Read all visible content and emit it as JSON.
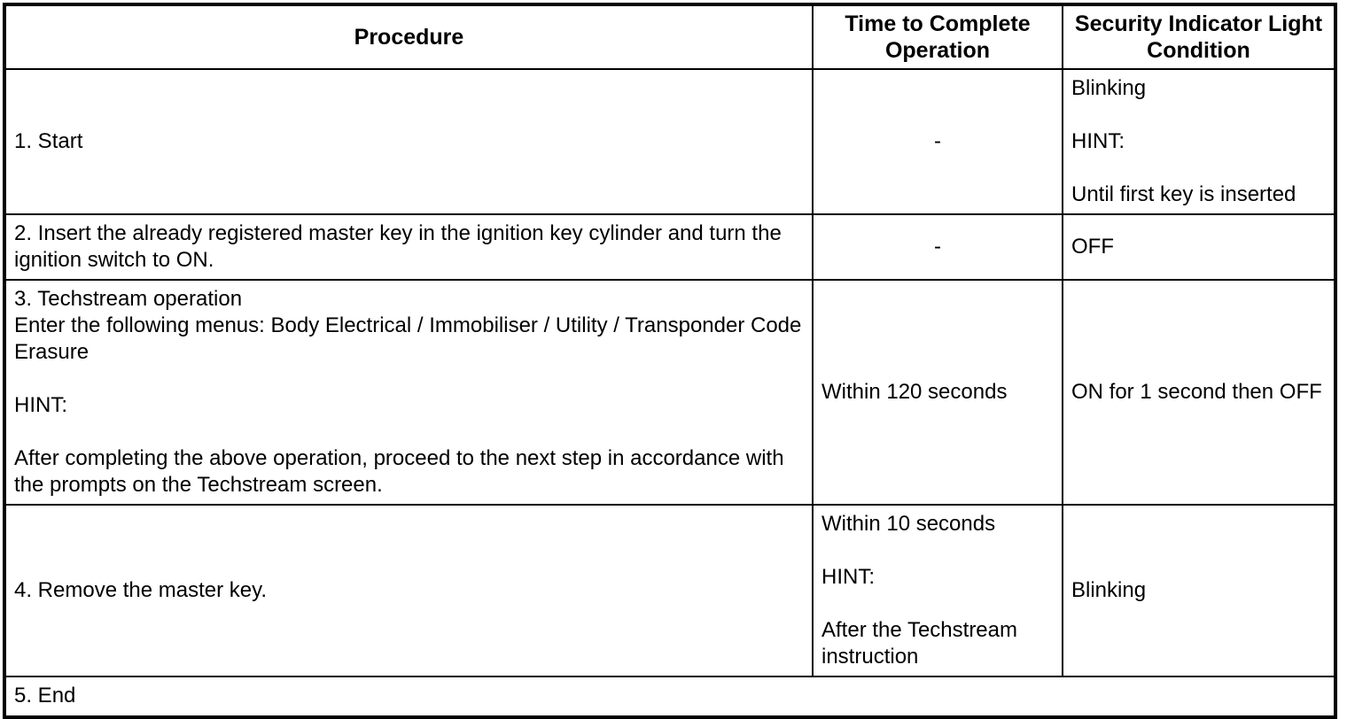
{
  "table": {
    "headers": [
      {
        "label": "Procedure"
      },
      {
        "label": "Time to Complete Operation"
      },
      {
        "label": "Security Indicator Light Condition"
      }
    ],
    "header_lines": {
      "time_line1": "Time to Complete",
      "time_line2": "Operation",
      "light_line1": "Security Indicator Light",
      "light_line2": "Condition"
    },
    "rows": [
      {
        "id": "row-1",
        "procedure": {
          "lines": [
            "1. Start"
          ]
        },
        "time": {
          "paragraphs": [
            "-"
          ]
        },
        "light": {
          "paragraphs": [
            "Blinking",
            "HINT:",
            "Until first key is inserted"
          ]
        }
      },
      {
        "id": "row-2",
        "procedure": {
          "lines": [
            "2. Insert the already registered master key in the ignition key cylinder and turn the ignition switch to ON."
          ]
        },
        "time": {
          "paragraphs": [
            "-"
          ]
        },
        "light": {
          "paragraphs": [
            "OFF"
          ]
        }
      },
      {
        "id": "row-3",
        "procedure": {
          "paragraphs": [
            "3. Techstream operation\nEnter the following menus: Body Electrical / Immobiliser / Utility / Transponder Code Erasure",
            "HINT:",
            "After completing the above operation, proceed to the next step in accordance with the prompts on the Techstream screen."
          ]
        },
        "time": {
          "paragraphs": [
            "Within 120 seconds"
          ]
        },
        "light": {
          "paragraphs": [
            "ON for 1 second then OFF"
          ]
        }
      },
      {
        "id": "row-4",
        "procedure": {
          "lines": [
            "4. Remove the master key."
          ]
        },
        "time": {
          "paragraphs": [
            "Within 10 seconds",
            "HINT:",
            "After the Techstream instruction"
          ]
        },
        "light": {
          "paragraphs": [
            "Blinking"
          ]
        }
      },
      {
        "id": "row-5",
        "full_width_label": "5. End"
      }
    ]
  },
  "colors": {
    "border": "#000000",
    "text": "#000000",
    "background": "#ffffff"
  }
}
